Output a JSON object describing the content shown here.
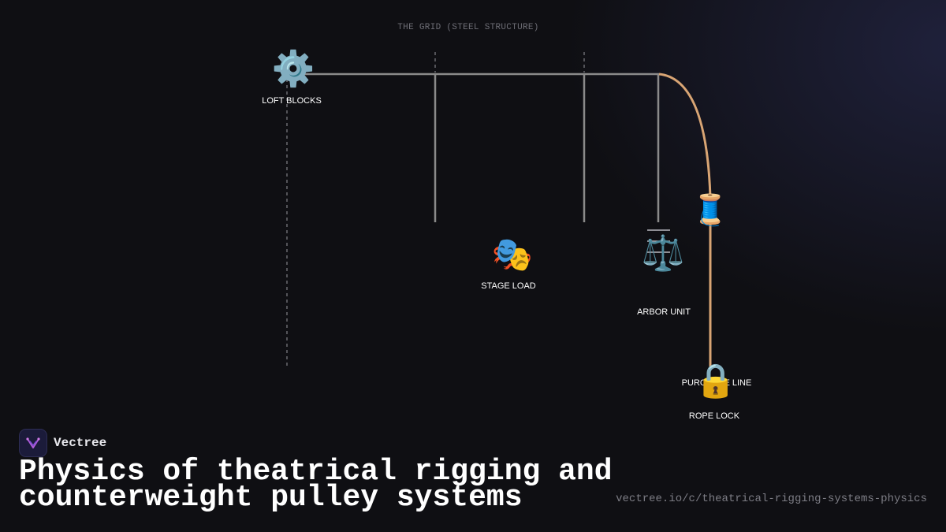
{
  "diagram": {
    "grid_label": "THE GRID (STEEL STRUCTURE)",
    "nodes": {
      "loft_blocks": {
        "icon": "⚙️",
        "icon_name": "gear-icon",
        "label": "LOFT BLOCKS"
      },
      "stage_load": {
        "icon": "🎭",
        "icon_name": "theater-masks-icon",
        "label": "STAGE LOAD"
      },
      "arbor_unit": {
        "icon": "⚖️",
        "icon_name": "balance-scale-icon",
        "label": "ARBOR UNIT"
      },
      "spool": {
        "icon": "🧵",
        "icon_name": "thread-spool-icon"
      },
      "purchase_line": {
        "label": "PURCHASE LINE"
      },
      "rope_lock": {
        "icon": "🔒",
        "icon_name": "padlock-icon",
        "label": "ROPE LOCK"
      }
    },
    "colors": {
      "cable": "#8a8a8a",
      "purchase_rope": "#d9a574",
      "dashed_guides": "#6a6a70"
    }
  },
  "footer": {
    "brand_name": "Vectree",
    "title": "Physics of theatrical rigging and counterweight pulley systems",
    "url": "vectree.io/c/theatrical-rigging-systems-physics"
  }
}
